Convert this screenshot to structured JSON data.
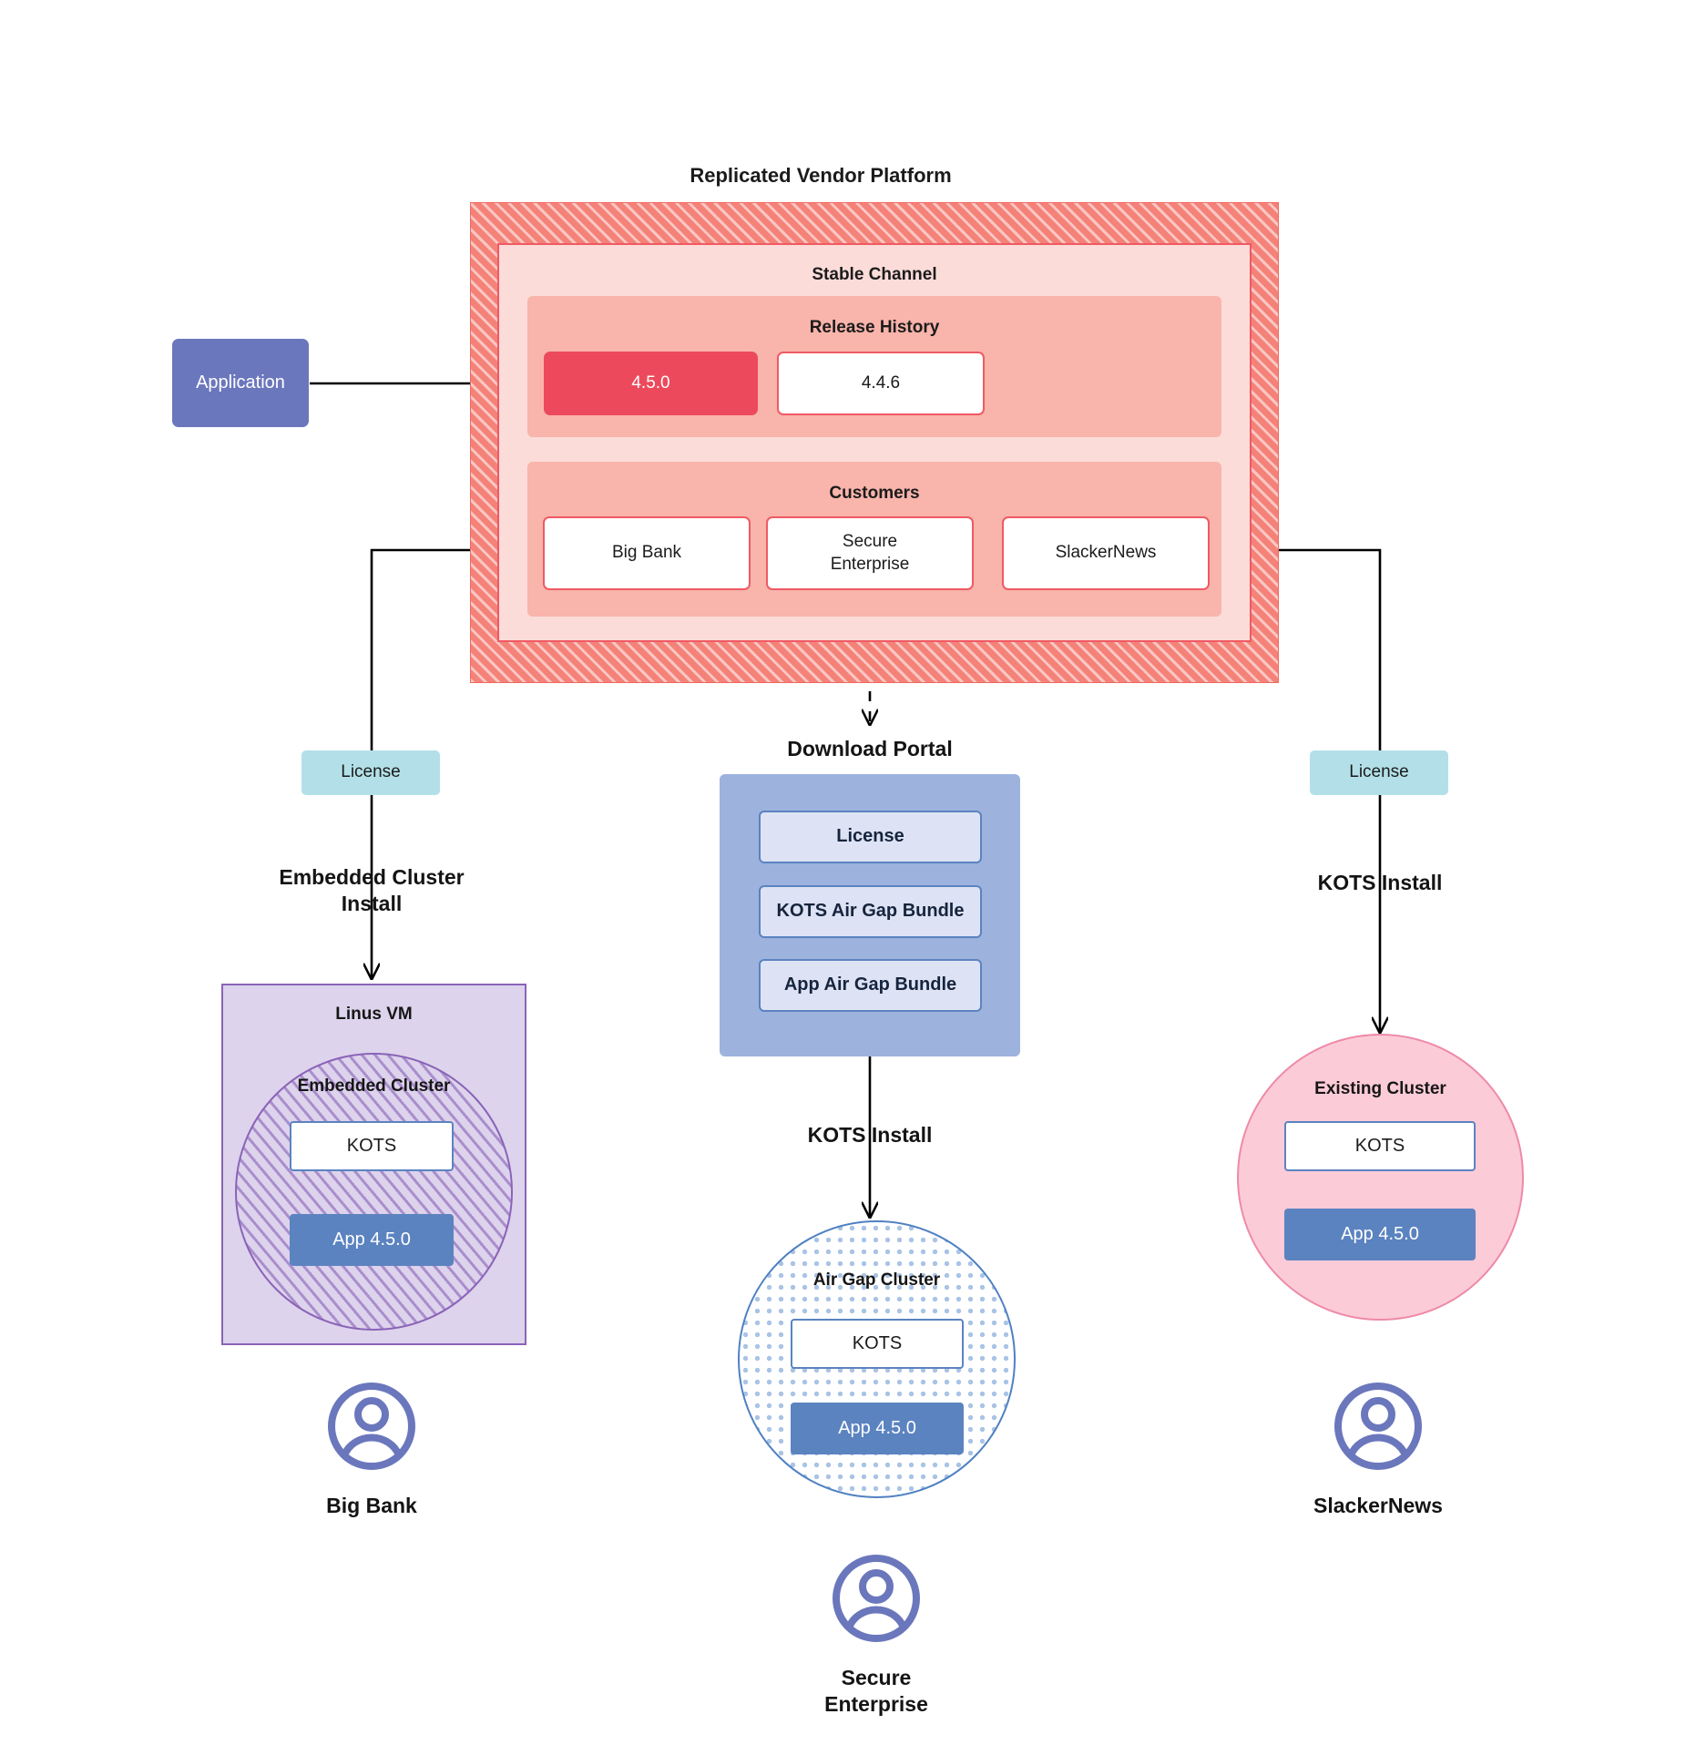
{
  "diagram": {
    "title": "Replicated Vendor Platform",
    "download_portal_title": "Download  Portal"
  },
  "application": {
    "label": "Application"
  },
  "platform": {
    "channel_label": "Stable Channel",
    "release_history": {
      "label": "Release History",
      "releases": [
        {
          "version": "4.5.0",
          "state": "current"
        },
        {
          "version": "4.4.6",
          "state": "previous"
        }
      ]
    },
    "customers": {
      "label": "Customers",
      "items": [
        {
          "name": "Big Bank"
        },
        {
          "name": "Secure\nEnterprise"
        },
        {
          "name": "SlackerNews"
        }
      ]
    }
  },
  "licenses": {
    "left": "License",
    "right": "License"
  },
  "install_labels": {
    "embedded": "Embedded Cluster\nInstall",
    "airgap": "KOTS Install",
    "existing": "KOTS Install"
  },
  "download_portal": {
    "items": [
      {
        "label": "License"
      },
      {
        "label": "KOTS Air Gap Bundle"
      },
      {
        "label": "App Air Gap Bundle"
      }
    ]
  },
  "clusters": {
    "embedded": {
      "vm_label": "Linus VM",
      "cluster_label": "Embedded Cluster",
      "kots_label": "KOTS",
      "app_label": "App 4.5.0"
    },
    "airgap": {
      "cluster_label": "Air Gap Cluster",
      "kots_label": "KOTS",
      "app_label": "App 4.5.0"
    },
    "existing": {
      "cluster_label": "Existing Cluster",
      "kots_label": "KOTS",
      "app_label": "App 4.5.0"
    }
  },
  "personas": [
    {
      "name": "Big Bank",
      "icon": "user-avatar-icon"
    },
    {
      "name": "Secure\nEnterprise",
      "icon": "user-avatar-icon"
    },
    {
      "name": "SlackerNews",
      "icon": "user-avatar-icon"
    }
  ],
  "colors": {
    "platform_hatch": "#f48279",
    "channel_bg": "#fbdcd9",
    "group_bg": "#f9b4ab",
    "release_current": "#ec4a5c",
    "accent_red": "#ef5a63",
    "application": "#6b77bc",
    "license": "#b3e0e8",
    "portal": "#9db2dd",
    "portal_item": "#dde3f4",
    "kots_border": "#5b83c0",
    "app_fill": "#5b83c0",
    "vm_purple": "#8a63b8",
    "vm_bg": "#ddd3ec",
    "existing_pink": "#fccbd8",
    "airgap_blue": "#4f81c2"
  }
}
